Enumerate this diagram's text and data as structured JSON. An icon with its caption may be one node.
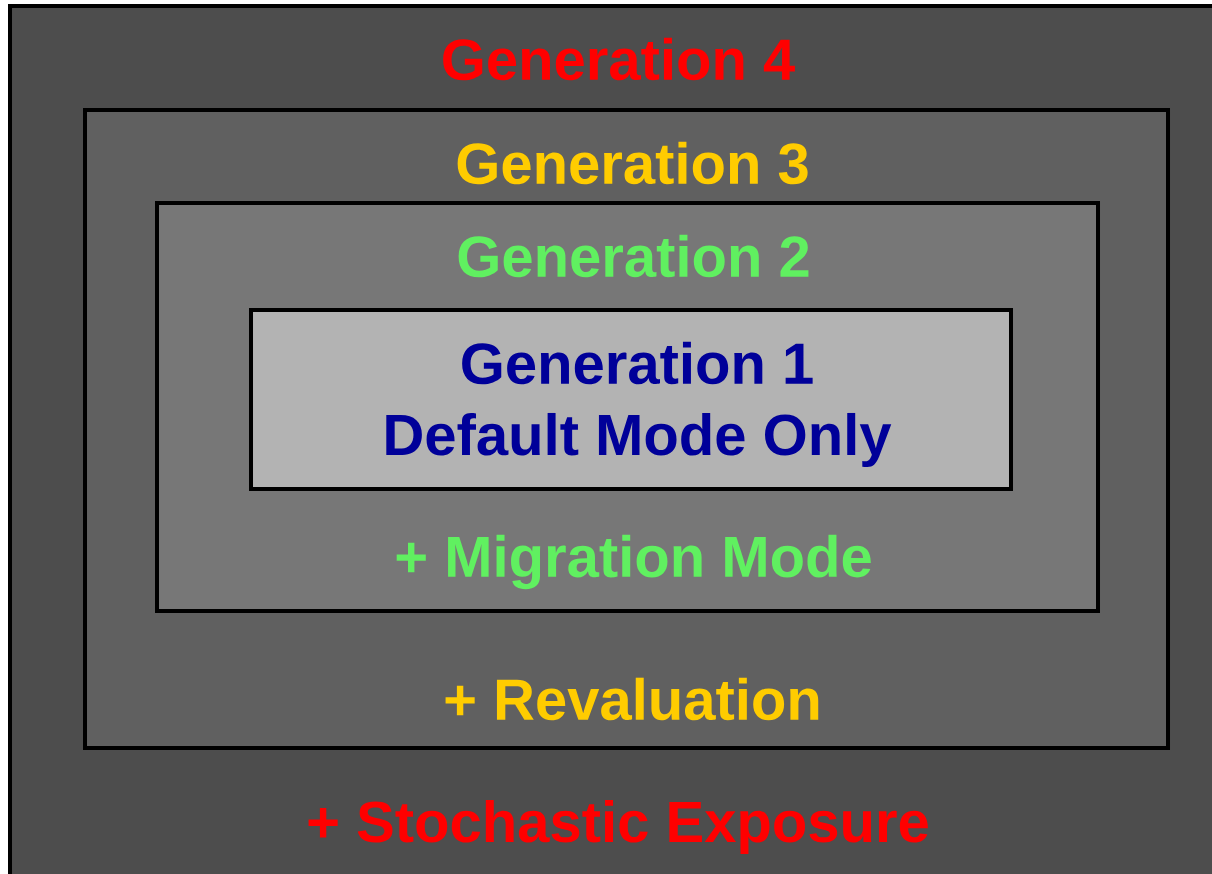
{
  "diagram": {
    "nodes": [
      {
        "text": [
          "Generation 4",
          "+ Stochastic Exposure"
        ]
      },
      {
        "text": [
          "Generation 3",
          "+ Revaluation"
        ],
        "in": 0
      },
      {
        "text": [
          "Generation 2",
          "+ Migration Mode"
        ],
        "in": 1
      },
      {
        "text": [
          "Generation 1",
          "Default Mode Only"
        ],
        "in": 2
      }
    ]
  }
}
